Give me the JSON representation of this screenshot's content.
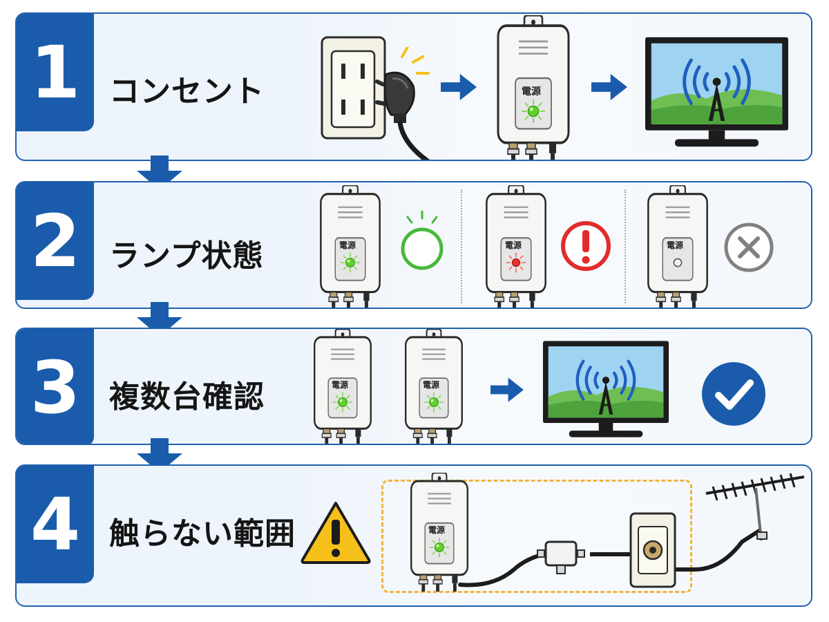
{
  "steps": [
    {
      "number": "1",
      "title": "コンセント"
    },
    {
      "number": "2",
      "title": "ランプ状態"
    },
    {
      "number": "3",
      "title": "複数台確認"
    },
    {
      "number": "4",
      "title": "触らない範囲"
    }
  ],
  "device_label": "電源",
  "colors": {
    "primary": "#1a5cab",
    "lamp_green": "#5fd12a",
    "lamp_red": "#e8302c",
    "ok_ring": "#47b83a",
    "warn_red": "#e32b2b",
    "off_gray": "#808080",
    "caution_yellow": "#f6c01b",
    "dashed_orange": "#f0b43a"
  }
}
